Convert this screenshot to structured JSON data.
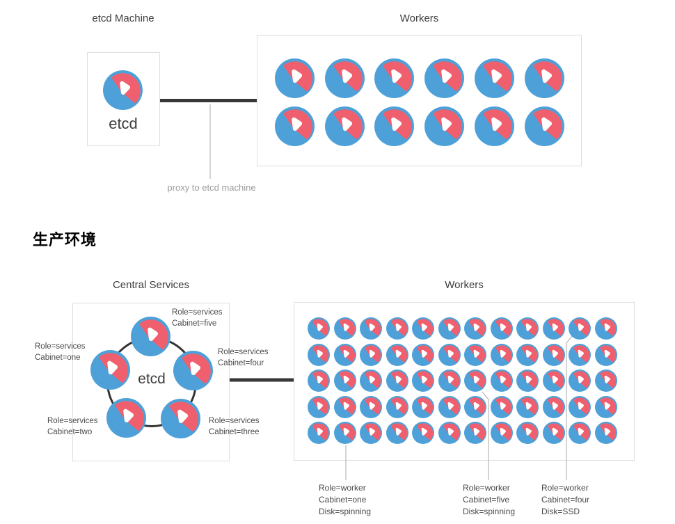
{
  "colors": {
    "blue": "#4EA1D8",
    "pink": "#EF5F6E",
    "border": "#DEDEDE",
    "line_dark": "#383838",
    "line_light": "#B7B7B7",
    "text_dark": "#3D3D3D",
    "text_label": "#4A4A4A",
    "text_muted": "#9B9B9B"
  },
  "top_diagram": {
    "machine_title": "etcd Machine",
    "machine_label": "etcd",
    "workers_title": "Workers",
    "proxy_label": "proxy to etcd machine",
    "workers_grid": {
      "rows": 2,
      "cols": 6
    }
  },
  "section_heading": "生产环境",
  "bottom_diagram": {
    "central_title": "Central Services",
    "central_label": "etcd",
    "workers_title": "Workers",
    "node_labels": [
      {
        "lines": [
          "Role=services",
          "Cabinet=five"
        ]
      },
      {
        "lines": [
          "Role=services",
          "Cabinet=one"
        ]
      },
      {
        "lines": [
          "Role=services",
          "Cabinet=four"
        ]
      },
      {
        "lines": [
          "Role=services",
          "Cabinet=two"
        ]
      },
      {
        "lines": [
          "Role=services",
          "Cabinet=three"
        ]
      }
    ],
    "workers_grid": {
      "rows": 5,
      "cols": 12
    },
    "worker_labels": [
      {
        "lines": [
          "Role=worker",
          "Cabinet=one",
          "Disk=spinning"
        ]
      },
      {
        "lines": [
          "Role=worker",
          "Cabinet=five",
          "Disk=spinning"
        ]
      },
      {
        "lines": [
          "Role=worker",
          "Cabinet=four",
          "Disk=SSD"
        ]
      }
    ]
  }
}
